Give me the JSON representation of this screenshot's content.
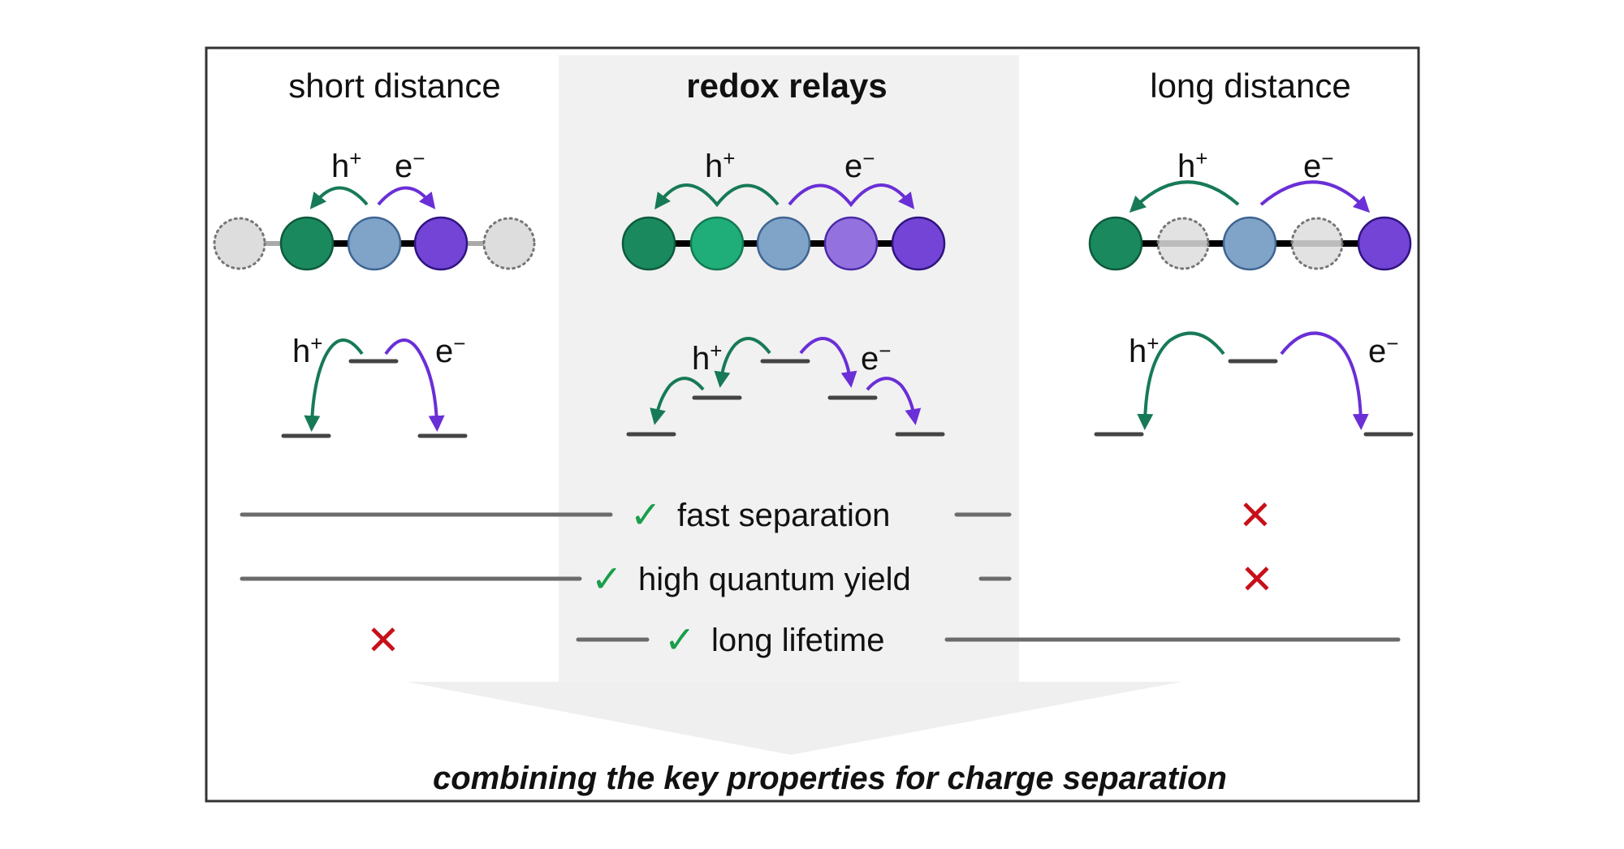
{
  "figure": {
    "colors": {
      "frame": "#333333",
      "panel": "#f1f1f1",
      "arrow": "#efefef",
      "hole": "#177a56",
      "electron": "#6a2fd6",
      "check": "#1a9e4a",
      "cross": "#c8101a",
      "bridge_gray": "#dddddd"
    },
    "columns": [
      {
        "title": "short distance",
        "bold": false,
        "hole_label": "h",
        "hole_sup": "+",
        "electron_label": "e",
        "electron_sup": "−",
        "chain": [
          "bridge-placeholder",
          "donor",
          "chromophore",
          "acceptor",
          "bridge-placeholder"
        ],
        "energy_levels": "2-step"
      },
      {
        "title": "redox relays",
        "bold": true,
        "hole_label": "h",
        "hole_sup": "+",
        "electron_label": "e",
        "electron_sup": "−",
        "chain": [
          "donor",
          "relay-donor",
          "chromophore",
          "relay-acceptor",
          "acceptor"
        ],
        "energy_levels": "cascade"
      },
      {
        "title": "long distance",
        "bold": false,
        "hole_label": "h",
        "hole_sup": "+",
        "electron_label": "e",
        "electron_sup": "−",
        "chain": [
          "donor",
          "bridge-placeholder",
          "chromophore",
          "bridge-placeholder",
          "acceptor"
        ],
        "energy_levels": "2-step"
      }
    ],
    "properties": [
      {
        "label": "fast separation",
        "short_distance": true,
        "redox_relays": true,
        "long_distance": false
      },
      {
        "label": "high quantum yield",
        "short_distance": true,
        "redox_relays": true,
        "long_distance": false
      },
      {
        "label": "long lifetime",
        "short_distance": false,
        "redox_relays": true,
        "long_distance": true
      }
    ],
    "check_symbol": "✓",
    "cross_symbol": "✕",
    "caption": "combining the key properties for charge separation"
  }
}
